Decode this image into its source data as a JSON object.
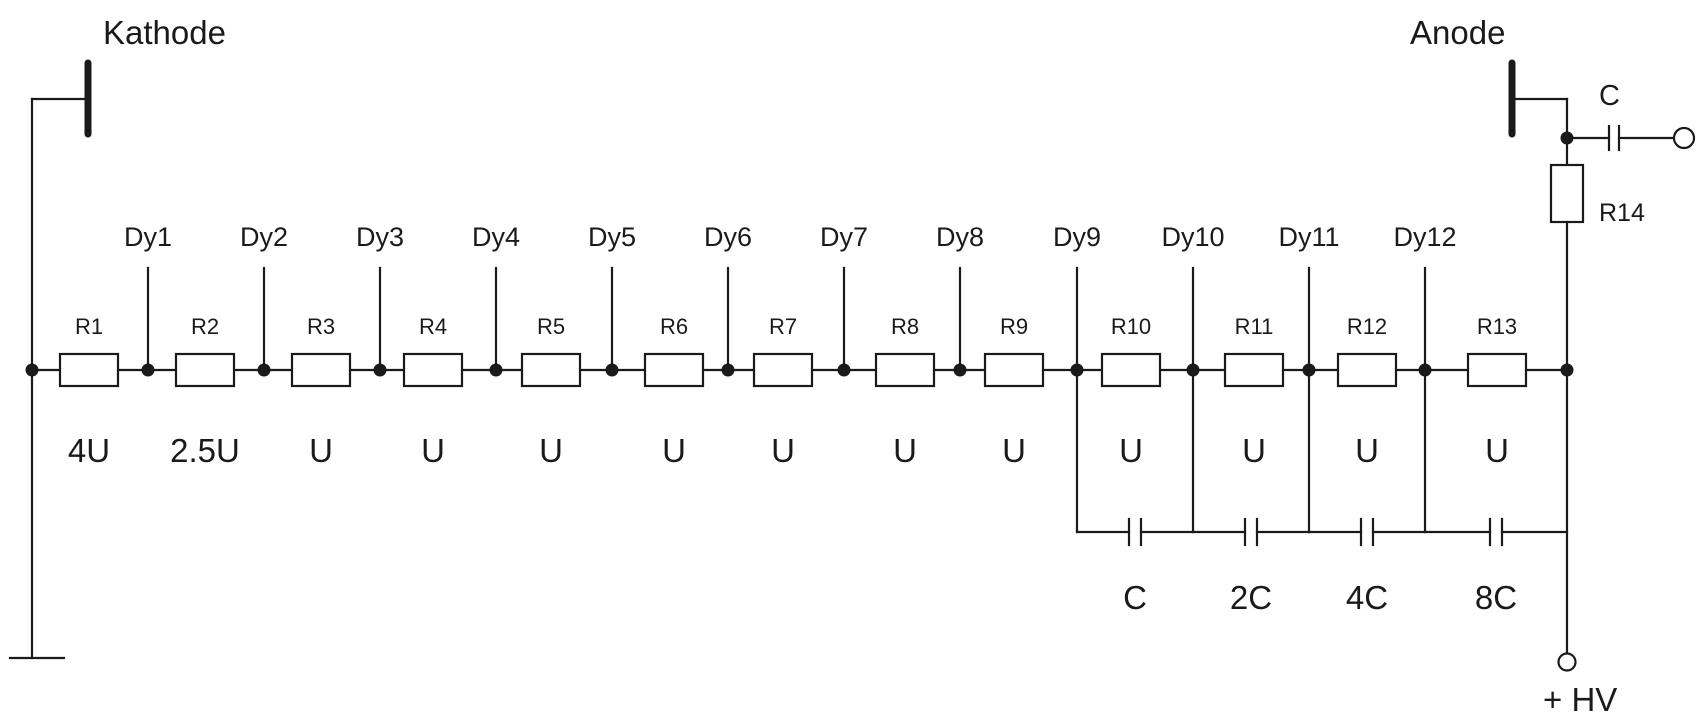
{
  "cathode_label": "Kathode",
  "anode_label": "Anode",
  "dynodes": [
    "Dy1",
    "Dy2",
    "Dy3",
    "Dy4",
    "Dy5",
    "Dy6",
    "Dy7",
    "Dy8",
    "Dy9",
    "Dy10",
    "Dy11",
    "Dy12"
  ],
  "resistors": [
    "R1",
    "R2",
    "R3",
    "R4",
    "R5",
    "R6",
    "R7",
    "R8",
    "R9",
    "R10",
    "R11",
    "R12",
    "R13"
  ],
  "voltages": [
    "4U",
    "2.5U",
    "U",
    "U",
    "U",
    "U",
    "U",
    "U",
    "U",
    "U",
    "U",
    "U",
    "U"
  ],
  "capacitors": [
    "C",
    "2C",
    "4C",
    "8C"
  ],
  "anode_resistor": "R14",
  "coupling_capacitor": "C",
  "hv_label": "+ HV"
}
